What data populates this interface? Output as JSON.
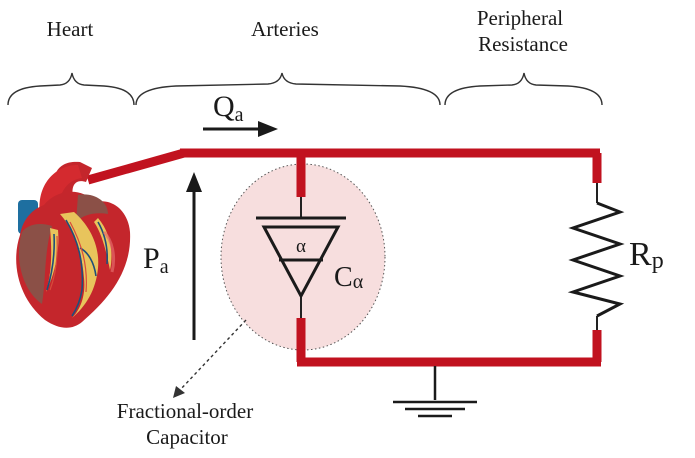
{
  "sections": {
    "heart": "Heart",
    "arteries": "Arteries",
    "peripheral_line1": "Peripheral",
    "peripheral_line2": "Resistance"
  },
  "flow": {
    "symbol": "Q",
    "subscript": "a"
  },
  "pressure": {
    "symbol": "P",
    "subscript": "a"
  },
  "capacitor": {
    "order_symbol": "α",
    "symbol": "C",
    "subscript": "α",
    "caption_line1": "Fractional-order",
    "caption_line2": "Capacitor"
  },
  "resistor": {
    "symbol": "R",
    "subscript": "p"
  },
  "colors": {
    "wire": "#c1121f",
    "highlight": "#f7dede",
    "heart_muscle": "#c4262c",
    "heart_dark": "#8b5047",
    "aorta_blue": "#1e6fa0",
    "fat_yellow": "#e8c45c"
  }
}
